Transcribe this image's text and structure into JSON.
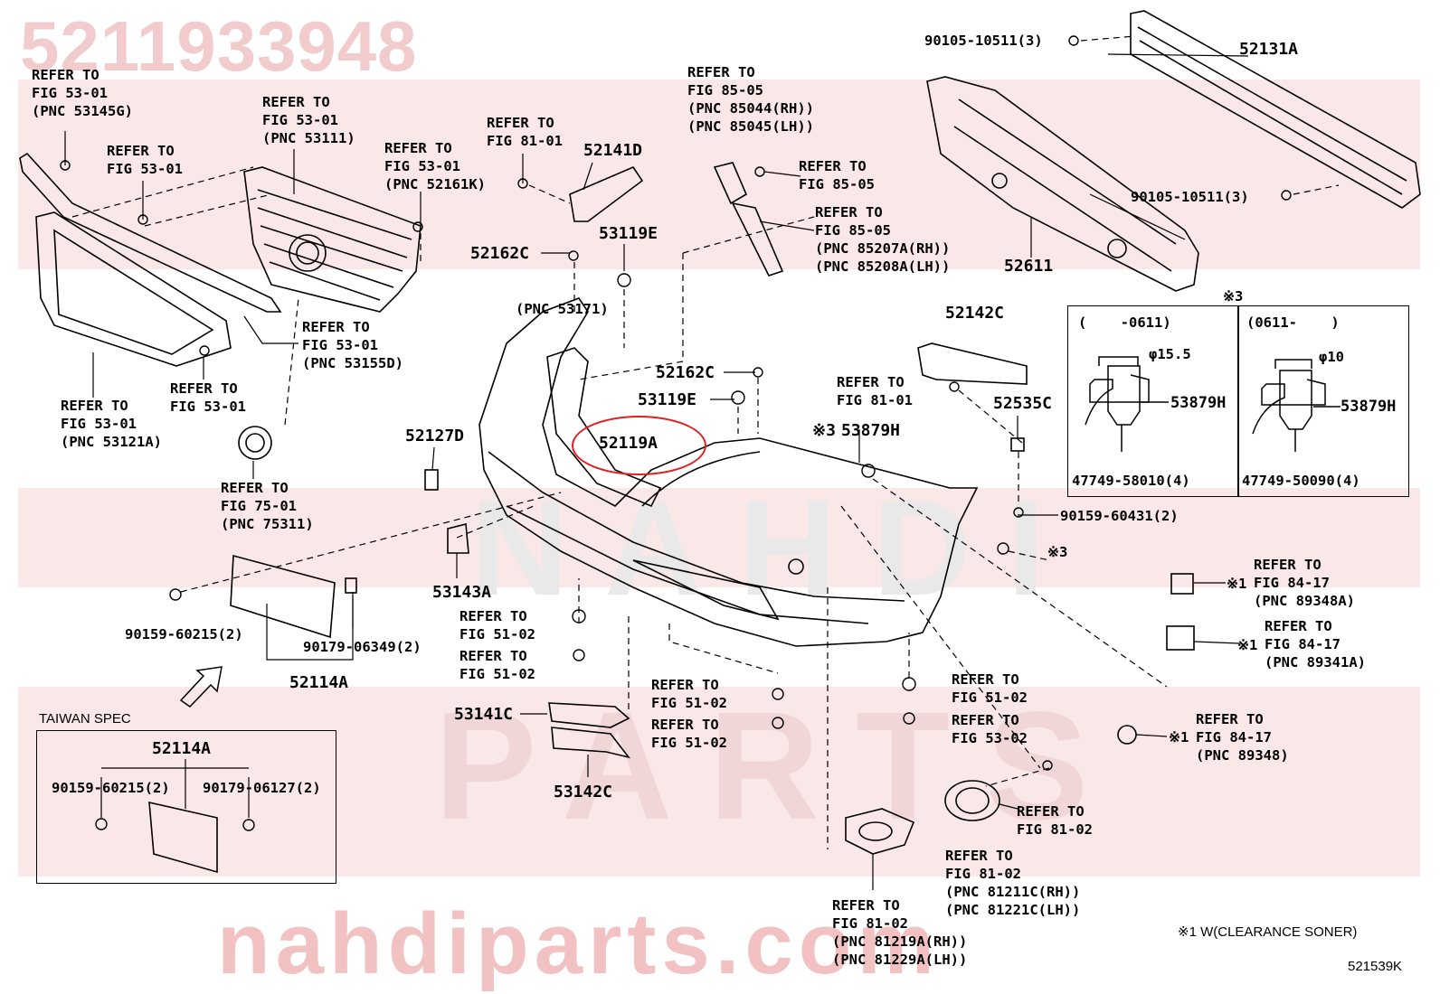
{
  "watermark": {
    "part_number": "5211933948",
    "site": "nahdiparts.com",
    "brand_line_1": "NAHDI",
    "brand_line_2": "PARTS"
  },
  "refer_labels": {
    "grille_top_emblem": "REFER TO\nFIG 53-01\n(PNC 53145G)",
    "grille_fig53": "REFER TO\nFIG 53-01",
    "grille_53111": "REFER TO\nFIG 53-01\n(PNC 53111)",
    "fig81_top": "REFER TO\nFIG 81-01",
    "grille_52161k": "REFER TO\nFIG 53-01\n(PNC 52161K)",
    "headlamp_cleaner": "REFER TO\nFIG 85-05\n(PNC 85044(RH))\n(PNC 85045(LH))",
    "fig85_a": "REFER TO\nFIG 85-05",
    "fig85_b": "REFER TO\nFIG 85-05\n(PNC 85207A(RH))\n(PNC 85208A(LH))",
    "grille_53155d": "REFER TO\nFIG 53-01\n(PNC 53155D)",
    "grille_fig53_low": "REFER TO\nFIG 53-01",
    "grille_53121a": "REFER TO\nFIG 53-01\n(PNC 53121A)",
    "emblem_75311": "REFER TO\nFIG 75-01\n(PNC 75311)",
    "fig81_mid": "REFER TO\nFIG 81-01",
    "fig51_a": "REFER TO\nFIG 51-02",
    "fig51_b": "REFER TO\nFIG 51-02",
    "fig51_c": "REFER TO\nFIG 51-02",
    "fig51_d": "REFER TO\nFIG 51-02",
    "fig51_e": "REFER TO\nFIG 51-02",
    "fig53_02": "REFER TO\nFIG 53-02",
    "sensor_89348a": "REFER TO\nFIG 84-17\n(PNC 89348A)",
    "sensor_89341a": "REFER TO\nFIG 84-17\n(PNC 89341A)",
    "sensor_89348": "REFER TO\nFIG 84-17\n(PNC 89348)",
    "fog_fig81": "REFER TO\nFIG 81-02",
    "fog_lamp": "REFER TO\nFIG 81-02\n(PNC 81211C(RH))\n(PNC 81221C(LH))",
    "fog_cover": "REFER TO\nFIG 81-02\n(PNC 81219A(RH))\n(PNC 81229A(LH))",
    "pnc_53171": "(PNC 53171)"
  },
  "part_numbers": {
    "p52131A": "52131A",
    "p52611": "52611",
    "p52141D": "52141D",
    "p52162C_a": "52162C",
    "p53119E_a": "53119E",
    "p52142C": "52142C",
    "p52162C_b": "52162C",
    "p53119E_b": "53119E",
    "p52535C": "52535C",
    "p53879H": "53879H",
    "p52119A": "52119A",
    "p52127D": "52127D",
    "p53143A": "53143A",
    "p52114A": "52114A",
    "p53141C": "53141C",
    "p53142C": "53142C",
    "bolt_top": "90105-10511(3)",
    "bolt_right": "90105-10511(3)",
    "bolt_90159_60431": "90159-60431(2)",
    "bolt_90159_60215": "90159-60215(2)",
    "nut_90179_06349": "90179-06349(2)",
    "mark_3": "※3"
  },
  "inset": {
    "note_mark": "※3",
    "left_range": "(    -0611)",
    "right_range": "(0611-    )",
    "left_dim": "φ15.5",
    "right_dim": "φ10",
    "left_part": "53879H",
    "right_part": "53879H",
    "left_clip": "47749-58010(4)",
    "right_clip": "47749-50090(4)"
  },
  "taiwan": {
    "title": "TAIWAN SPEC",
    "part": "52114A",
    "bolt": "90159-60215(2)",
    "nut": "90179-06127(2)"
  },
  "sensor_marks": {
    "a": "※1",
    "b": "※1",
    "c": "※1"
  },
  "footnote": "※1 W(CLEARANCE SONER)",
  "illustration_code": "521539K",
  "highlight_part": "52119A"
}
